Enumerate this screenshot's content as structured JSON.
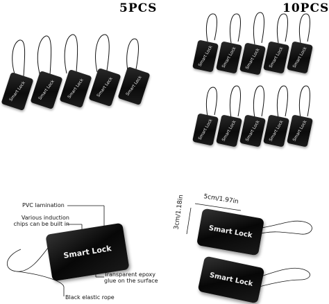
{
  "top_left": {
    "title": "5PCS",
    "tag_label": "Smart Lock",
    "count": 5
  },
  "top_right": {
    "title": "10PCS",
    "tag_label": "Smart Lock",
    "count": 10
  },
  "bottom_left": {
    "tag_label": "Smart Lock",
    "annotations": {
      "pvc": "PVC lamination",
      "chips": "Various induction chips can be built in",
      "epoxy": "Transparent epoxy glue on the surface",
      "rope": "Black elastic rope"
    }
  },
  "bottom_right": {
    "tag_label": "Smart Lock",
    "dim_height": "3cm/1.18in",
    "dim_width": "5cm/1.97in"
  }
}
